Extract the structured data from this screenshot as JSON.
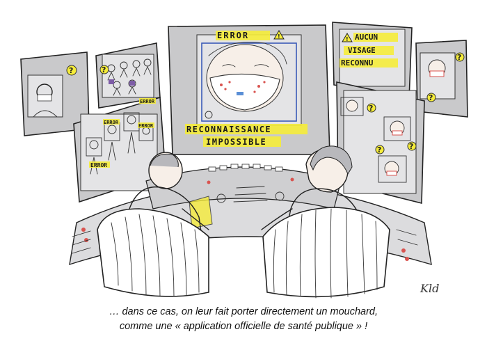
{
  "caption": {
    "line1": "… dans ce cas, on leur fait porter directement un mouchard,",
    "line2": "comme une « application officielle de santé publique » !"
  },
  "screens": {
    "main_error": "ERROR",
    "main_status_line1": "RECONNAISSANCE",
    "main_status_line2": "IMPOSSIBLE",
    "top_right_line1": "AUCUN",
    "top_right_line2": "VISAGE",
    "top_right_line3": "RECONNU",
    "left_lower_error": "ERROR",
    "question_mark": "?"
  },
  "signature": "Kld",
  "colors": {
    "highlight": "#f5ec3a",
    "monitor_gray": "#c9c9cb",
    "cheek_red": "#d9534f",
    "mask_blue": "#5b8fd6"
  }
}
